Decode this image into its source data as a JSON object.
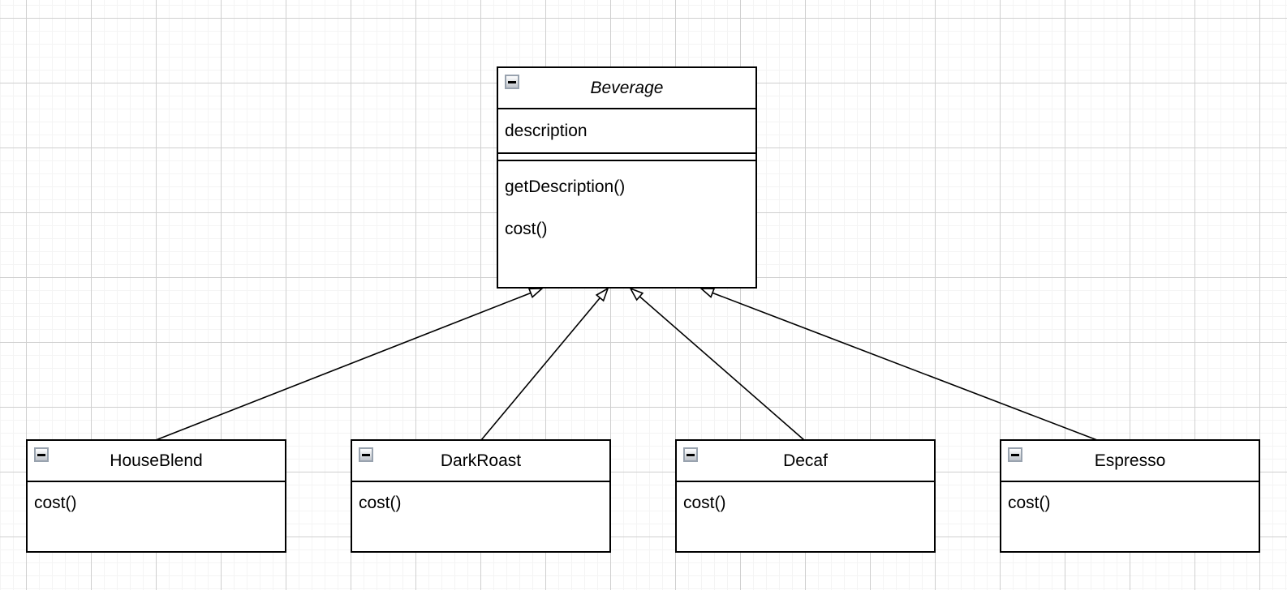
{
  "app": {
    "type": "uml-class-diagram-canvas"
  },
  "canvas": {
    "background_color": "#ffffff",
    "grid_minor_color": "#f4f4f4",
    "grid_major_color": "#cfcfcf",
    "shape_stroke_color": "#000000",
    "shape_fill_color": "#ffffff",
    "collapse_icon_border_color": "#98a2ae"
  },
  "classes": [
    {
      "name": "Beverage",
      "abstract": true,
      "collapse_icon": "minus-icon",
      "attributes": [
        "description"
      ],
      "methods": [
        "getDescription()",
        "cost()"
      ]
    },
    {
      "name": "HouseBlend",
      "abstract": false,
      "collapse_icon": "minus-icon",
      "attributes": [],
      "methods": [
        "cost()"
      ]
    },
    {
      "name": "DarkRoast",
      "abstract": false,
      "collapse_icon": "minus-icon",
      "attributes": [],
      "methods": [
        "cost()"
      ]
    },
    {
      "name": "Decaf",
      "abstract": false,
      "collapse_icon": "minus-icon",
      "attributes": [],
      "methods": [
        "cost()"
      ]
    },
    {
      "name": "Espresso",
      "abstract": false,
      "collapse_icon": "minus-icon",
      "attributes": [],
      "methods": [
        "cost()"
      ]
    }
  ],
  "edges": [
    {
      "type": "generalization",
      "source": "HouseBlend",
      "target": "Beverage",
      "arrowhead": "hollow-triangle"
    },
    {
      "type": "generalization",
      "source": "DarkRoast",
      "target": "Beverage",
      "arrowhead": "hollow-triangle"
    },
    {
      "type": "generalization",
      "source": "Decaf",
      "target": "Beverage",
      "arrowhead": "hollow-triangle"
    },
    {
      "type": "generalization",
      "source": "Espresso",
      "target": "Beverage",
      "arrowhead": "hollow-triangle"
    }
  ]
}
